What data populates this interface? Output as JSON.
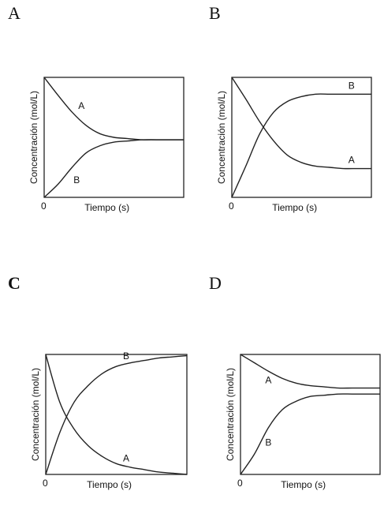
{
  "colors": {
    "line": "#222222",
    "frame": "#222222"
  },
  "chart_data": [
    {
      "type": "line",
      "panel": "A",
      "xlabel": "Tiempo (s)",
      "ylabel": "Concentración (mol/L)",
      "x_origin_label": "0",
      "series": [
        {
          "name": "A",
          "x": [
            0,
            0.1,
            0.2,
            0.3,
            0.4,
            0.5,
            0.6,
            0.7,
            0.8,
            0.9,
            1.0
          ],
          "y": [
            1.0,
            0.85,
            0.71,
            0.6,
            0.53,
            0.5,
            0.49,
            0.48,
            0.48,
            0.48,
            0.48
          ]
        },
        {
          "name": "B",
          "x": [
            0,
            0.1,
            0.2,
            0.3,
            0.4,
            0.5,
            0.6,
            0.7,
            0.8,
            0.9,
            1.0
          ],
          "y": [
            0.0,
            0.11,
            0.25,
            0.37,
            0.43,
            0.46,
            0.47,
            0.48,
            0.48,
            0.48,
            0.48
          ]
        }
      ]
    },
    {
      "type": "line",
      "panel": "B",
      "xlabel": "Tiempo (s)",
      "ylabel": "Concentración (mol/L)",
      "x_origin_label": "0",
      "series": [
        {
          "name": "B",
          "x": [
            0,
            0.1,
            0.2,
            0.3,
            0.4,
            0.5,
            0.6,
            0.7,
            0.8,
            0.9,
            1.0
          ],
          "y": [
            0.0,
            0.26,
            0.53,
            0.71,
            0.8,
            0.84,
            0.86,
            0.86,
            0.86,
            0.86,
            0.86
          ]
        },
        {
          "name": "A",
          "x": [
            0,
            0.1,
            0.2,
            0.3,
            0.4,
            0.5,
            0.6,
            0.7,
            0.8,
            0.9,
            1.0
          ],
          "y": [
            1.0,
            0.82,
            0.63,
            0.47,
            0.35,
            0.29,
            0.26,
            0.25,
            0.24,
            0.24,
            0.24
          ]
        }
      ]
    },
    {
      "type": "line",
      "panel": "C",
      "xlabel": "Tiempo (s)",
      "ylabel": "Concentración (mol/L)",
      "x_origin_label": "0",
      "series": [
        {
          "name": "B",
          "x": [
            0,
            0.1,
            0.2,
            0.3,
            0.4,
            0.5,
            0.6,
            0.7,
            0.8,
            0.9,
            1.0
          ],
          "y": [
            0.0,
            0.35,
            0.6,
            0.74,
            0.84,
            0.9,
            0.93,
            0.95,
            0.97,
            0.98,
            0.99
          ]
        },
        {
          "name": "A",
          "x": [
            0,
            0.1,
            0.2,
            0.3,
            0.4,
            0.5,
            0.6,
            0.7,
            0.8,
            0.9,
            1.0
          ],
          "y": [
            1.0,
            0.6,
            0.38,
            0.24,
            0.15,
            0.09,
            0.06,
            0.04,
            0.02,
            0.01,
            0.0
          ]
        }
      ]
    },
    {
      "type": "line",
      "panel": "D",
      "xlabel": "Tiempo (s)",
      "ylabel": "Concentración (mol/L)",
      "x_origin_label": "0",
      "series": [
        {
          "name": "A",
          "x": [
            0,
            0.1,
            0.2,
            0.3,
            0.4,
            0.5,
            0.6,
            0.7,
            0.8,
            0.9,
            1.0
          ],
          "y": [
            1.0,
            0.93,
            0.86,
            0.8,
            0.76,
            0.74,
            0.73,
            0.72,
            0.72,
            0.72,
            0.72
          ]
        },
        {
          "name": "B",
          "x": [
            0,
            0.1,
            0.2,
            0.3,
            0.4,
            0.5,
            0.6,
            0.7,
            0.8,
            0.9,
            1.0
          ],
          "y": [
            0.0,
            0.17,
            0.39,
            0.54,
            0.61,
            0.65,
            0.66,
            0.67,
            0.67,
            0.67,
            0.67
          ]
        }
      ]
    }
  ]
}
